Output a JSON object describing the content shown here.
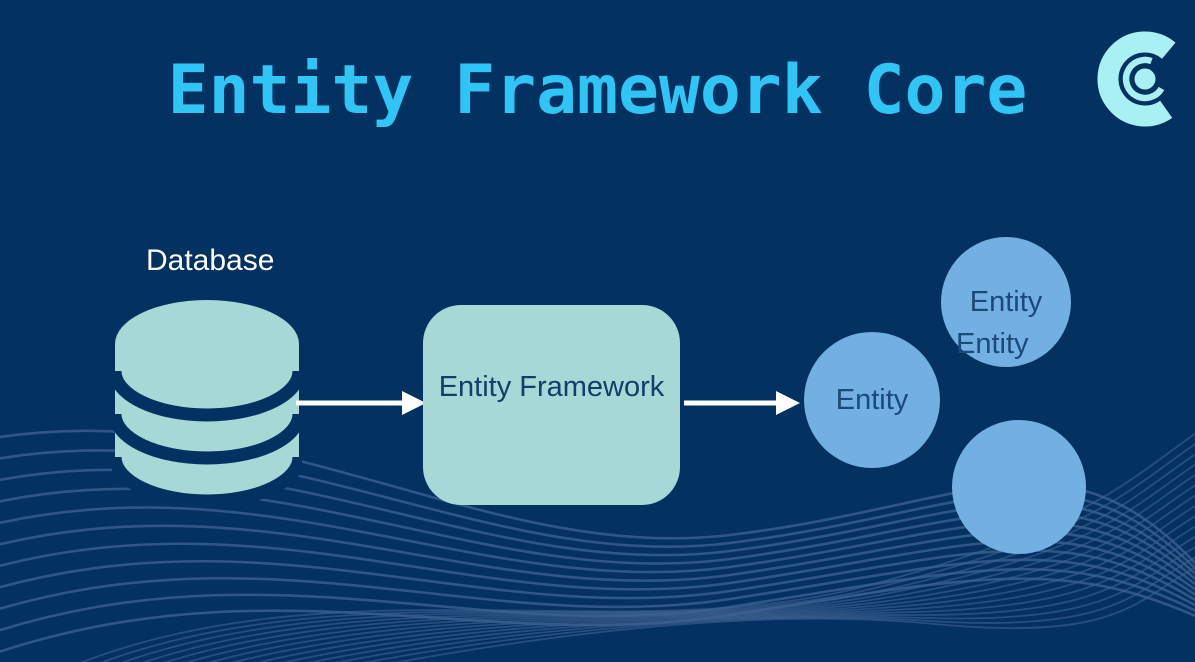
{
  "title": "Entity Framework Core",
  "logo": {
    "icon": "c-logo"
  },
  "colors": {
    "background": "#033161",
    "title_text": "#2fc5f5",
    "logo_cyan": "#a8f0f2",
    "teal_shape": "#a6d8d6",
    "entity_blue": "#72b0e3",
    "dark_label_text": "#113e6b",
    "white": "#ffffff",
    "wave_line": "#3f6391"
  },
  "diagram": {
    "database": {
      "label": "Database"
    },
    "framework": {
      "label": "Entity Framework"
    },
    "entities": {
      "left": {
        "label": "Entity"
      },
      "top_right": {
        "label": "Entity"
      },
      "overflow_label": "Entity",
      "bottom_right": {
        "label": ""
      }
    }
  }
}
